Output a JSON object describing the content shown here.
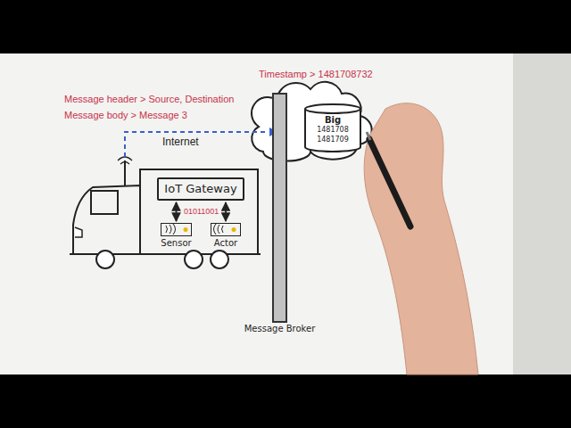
{
  "diagram": {
    "nodes": [
      {
        "text": [
          "IoT Gateway"
        ]
      },
      {
        "text": [
          "Sensor"
        ]
      },
      {
        "text": [
          "Actor"
        ]
      },
      {
        "text": [
          "Message Broker"
        ]
      },
      {
        "text": [
          "Big",
          "1481708",
          "1481709"
        ]
      }
    ],
    "edges": [
      {
        "from": 0,
        "to": 1,
        "arrow": "both"
      },
      {
        "from": 0,
        "to": 2,
        "arrow": "both"
      }
    ],
    "labels": [
      "Message header > Source, Destination",
      "Message body > Message 3",
      "Timestamp > 1481708732",
      "01011001",
      "Internet"
    ]
  }
}
